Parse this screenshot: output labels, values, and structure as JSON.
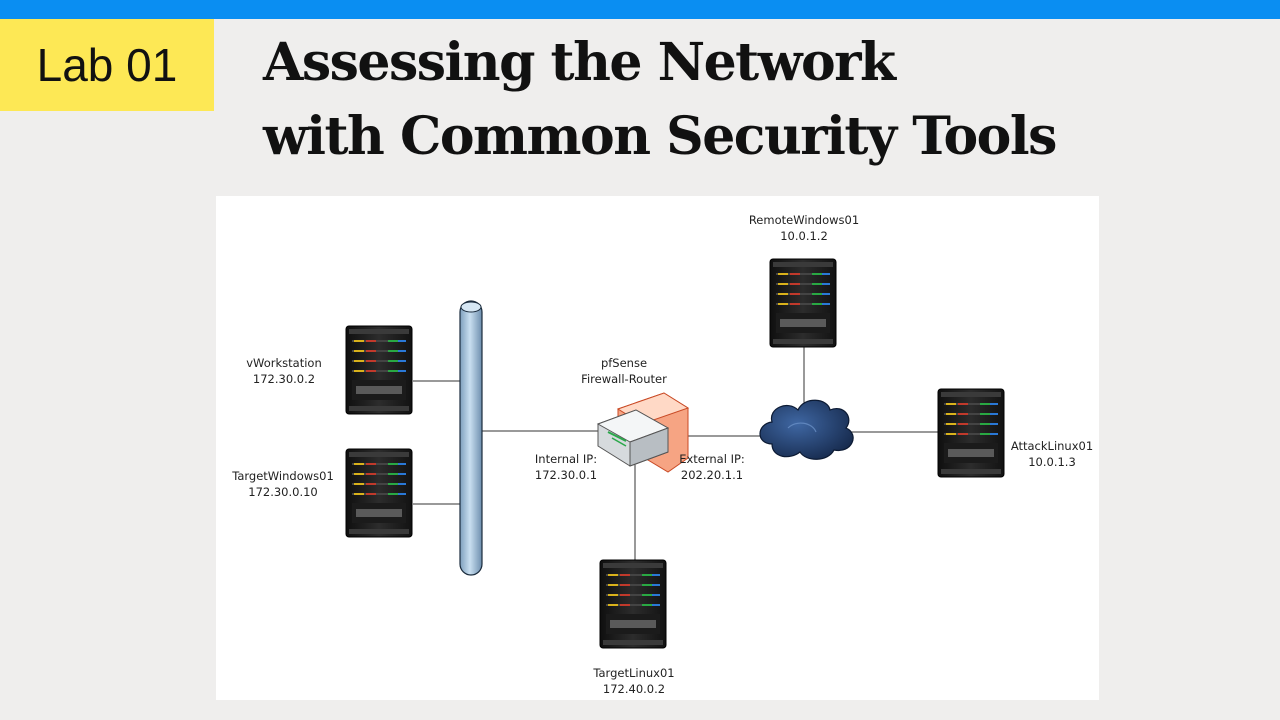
{
  "colors": {
    "top_bar": "#0a8ef2",
    "badge_bg": "#fde855",
    "page_bg": "#efeeed",
    "bus_fill": "#b7d2e8",
    "cloud_fill": "#1f3d6e",
    "router_accent": "#e8603c"
  },
  "slide": {
    "badge": "Lab 01",
    "title_line1": "Assessing the Network",
    "title_line2": "with Common Security Tools"
  },
  "diagram": {
    "nodes": {
      "vworkstation": {
        "name": "vWorkstation",
        "ip": "172.30.0.2",
        "icon": "server-icon"
      },
      "targetwindows01": {
        "name": "TargetWindows01",
        "ip": "172.30.0.10",
        "icon": "server-icon"
      },
      "pfsense": {
        "name": "pfSense",
        "role": "Firewall-Router",
        "icon": "router-icon",
        "internal_label": "Internal IP:",
        "internal_ip": "172.30.0.1",
        "external_label": "External IP:",
        "external_ip": "202.20.1.1"
      },
      "remotewindows01": {
        "name": "RemoteWindows01",
        "ip": "10.0.1.2",
        "icon": "server-icon"
      },
      "attacklinux01": {
        "name": "AttackLinux01",
        "ip": "10.0.1.3",
        "icon": "server-icon"
      },
      "targetlinux01": {
        "name": "TargetLinux01",
        "ip": "172.40.0.2",
        "icon": "server-icon"
      },
      "internet": {
        "icon": "cloud-icon"
      },
      "bus": {
        "icon": "network-bus"
      }
    }
  }
}
